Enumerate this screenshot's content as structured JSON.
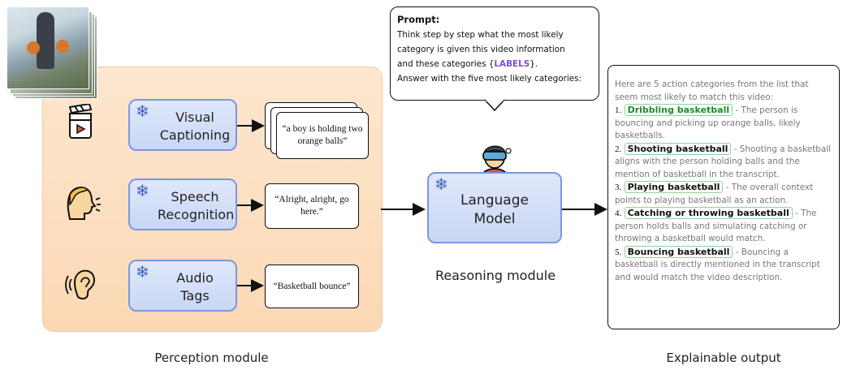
{
  "perception": {
    "title": "Perception module",
    "modules": [
      {
        "label_line1": "Visual",
        "label_line2": "Captioning",
        "output": "“a boy is holding two orange balls”",
        "icon": "video-clapper-icon"
      },
      {
        "label_line1": "Speech",
        "label_line2": "Recognition",
        "output": "“Alright, alright, go here.”",
        "icon": "speaking-head-icon"
      },
      {
        "label_line1": "Audio",
        "label_line2": "Tags",
        "output": "“Basketball bounce”",
        "icon": "ear-icon"
      }
    ],
    "frozen_icon": "snowflake-icon"
  },
  "prompt": {
    "title": "Prompt:",
    "line1": "Think step by step what the most likely",
    "line2": "category is given this video information",
    "line3_pre": "and these categories {",
    "labels_token": "LABELS",
    "line3_post": "}.",
    "line4": "Answer with the five most likely categories:"
  },
  "reasoning": {
    "title": "Reasoning module",
    "model_line1": "Language",
    "model_line2": "Model",
    "avatar_icon": "vr-headset-person-icon"
  },
  "output": {
    "title": "Explainable output",
    "intro": "Here are 5 action categories from the list that seem most likely to match this video:",
    "items": [
      {
        "num": "1.",
        "category": "Dribbling basketball",
        "text": " - The person is bouncing and picking up orange balls, likely basketballs."
      },
      {
        "num": "2.",
        "category": "Shooting basketball",
        "text": " - Shooting a basketball aligns with the person holding balls and the mention of basketball in the transcript."
      },
      {
        "num": "3.",
        "category": "Playing basketball",
        "text": " - The overall context points to playing basketball as an action."
      },
      {
        "num": "4.",
        "category": "Catching or throwing basketball",
        "text": " - The person holds balls and simulating catching or throwing a basketball would match."
      },
      {
        "num": "5.",
        "category": "Bouncing basketball",
        "text": " - Bouncing a basketball is directly mentioned in the transcript and would match the video description."
      }
    ]
  },
  "colors": {
    "module_border": "#7b97dc",
    "labels_token": "#7a4fd0",
    "first_category": "#1c8a2c",
    "category_border": "#8fd19a"
  }
}
